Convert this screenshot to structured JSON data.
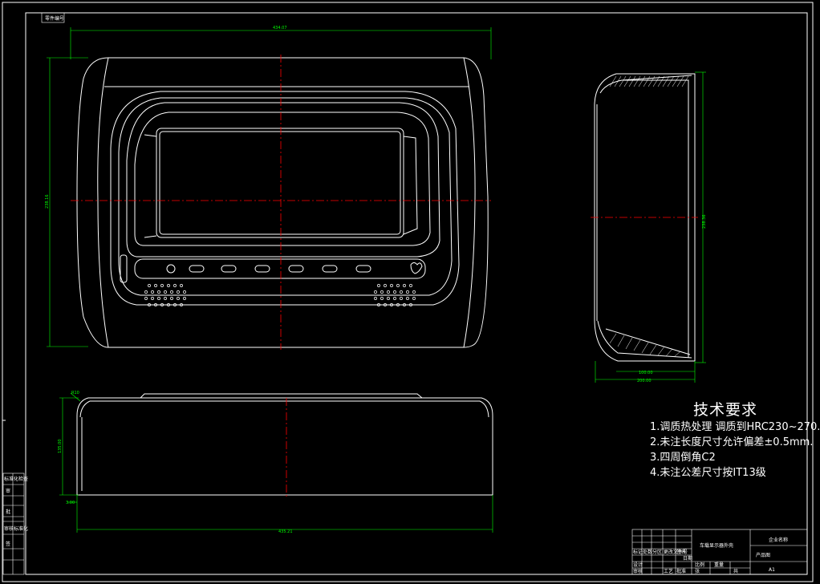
{
  "colors": {
    "background": "#000000",
    "outline": "#ffffff",
    "dimension": "#00ff00",
    "centerline": "#ff0000",
    "frame_label": "#ffff00"
  },
  "frame": {
    "corner_label": "零件编号"
  },
  "dimensions": {
    "front_width": "434.07",
    "front_height": "238.16",
    "side_height": "238.36",
    "side_width_inner": "100.00",
    "side_width_outer": "200.00",
    "top_height": "135.00",
    "top_width": "435.21",
    "top_offset": "3.00",
    "top_corner": "R10"
  },
  "tech_requirements": {
    "title": "技术要求",
    "items": [
      "1.调质热处理  调质到HRC230~270.",
      "2.未注长度尺寸允许偏差±0.5mm.",
      "3.四周倒角C2",
      "4.未注公差尺寸按IT13级"
    ]
  },
  "left_strip": {
    "cells": [
      "标准化检查",
      "审",
      "批",
      "审核标准化",
      "签"
    ]
  },
  "title_block": {
    "part_name": "车载显示器外壳",
    "company": "企业名称",
    "drawing_type": "产品图",
    "sheet_size": "A1",
    "small_labels": [
      "标记",
      "处数",
      "分区",
      "更改文件号",
      "签名",
      "日期",
      "设计",
      "审核",
      "工艺",
      "批准",
      "比例",
      "重量",
      "张",
      "共"
    ]
  }
}
